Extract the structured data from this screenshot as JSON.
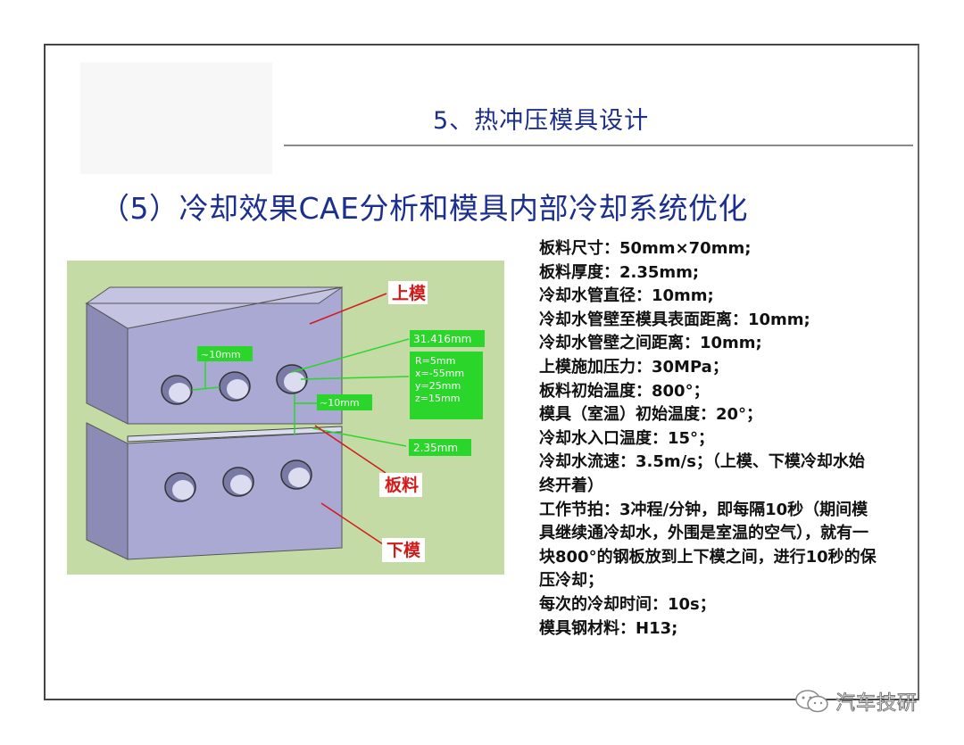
{
  "slide": {
    "section_title": "5、热冲压模具设计",
    "subtitle": "（5）冷却效果CAE分析和模具内部冷却系统优化"
  },
  "figure": {
    "labels": {
      "upper_die": "上模",
      "blank": "板料",
      "lower_die": "下模"
    },
    "dimensions": {
      "hole_spacing_1": "~10mm",
      "arc_length": "31.416mm",
      "circle_info": [
        "R=5mm",
        "x=-55mm",
        "y=25mm",
        "z=15mm"
      ],
      "hole_spacing_2": "~10mm",
      "blank_thickness": "2.35mm"
    },
    "colors": {
      "background": "#c5dba6",
      "die_front": "#a9a9d3",
      "die_top": "#c4c4e2",
      "die_side": "#8b8bb6",
      "dim_box": "#2bd62b",
      "leader_red": "#d31a1a"
    }
  },
  "specs": [
    "板料尺寸：50mm×70mm;",
    "板料厚度：2.35mm;",
    "冷却水管直径：10mm;",
    "冷却水管壁至模具表面距离：10mm;",
    "冷却水管壁之间距离：10mm;",
    "上模施加压力：30MPa；",
    "板料初始温度：800°；",
    "模具（室温）初始温度：20°；",
    "冷却水入口温度：15°；",
    "冷却水流速：3.5m/s；（上模、下模冷却水始终开着）",
    "工作节拍：3冲程/分钟，即每隔10秒（期间模具继续通冷却水，外围是室温的空气），就有一块800°的钢板放到上下模之间，进行10秒的保压冷却；",
    "每次的冷却时间：10s；",
    "模具钢材料：H13;"
  ],
  "watermark": {
    "text": "汽车技研",
    "icon": "wechat-icon"
  }
}
